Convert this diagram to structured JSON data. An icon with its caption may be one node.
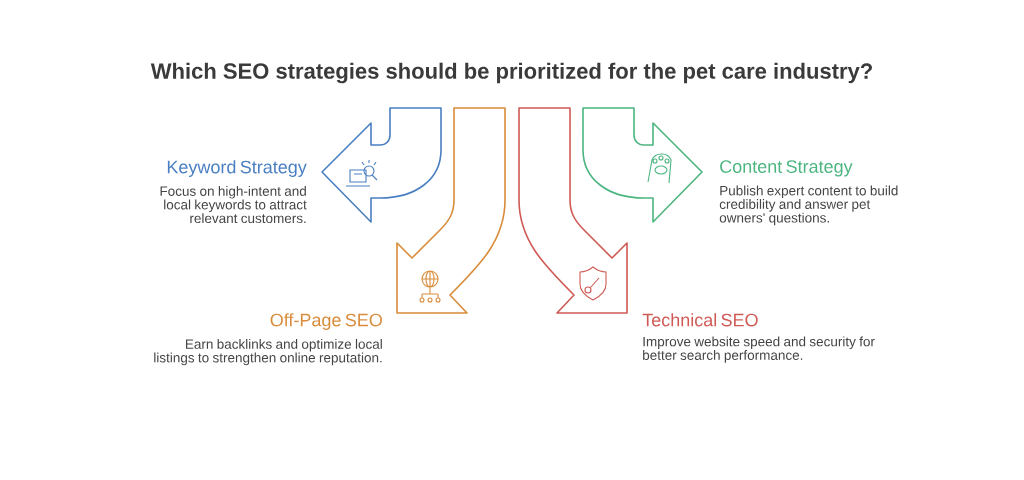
{
  "diagram": {
    "title": "Which SEO strategies should be prioritized for the pet care industry?",
    "nodes": [
      {
        "text": [
          "Keyword Strategy",
          "Focus on high-intent and local keywords to attract relevant customers."
        ]
      },
      {
        "text": [
          "Off-Page SEO",
          "Earn backlinks and optimize local listings to strengthen online reputation."
        ]
      },
      {
        "text": [
          "Technical SEO",
          "Improve website speed and security for better search performance."
        ]
      },
      {
        "text": [
          "Content Strategy",
          "Publish expert content to build credibility and answer pet owners' questions."
        ]
      }
    ]
  }
}
